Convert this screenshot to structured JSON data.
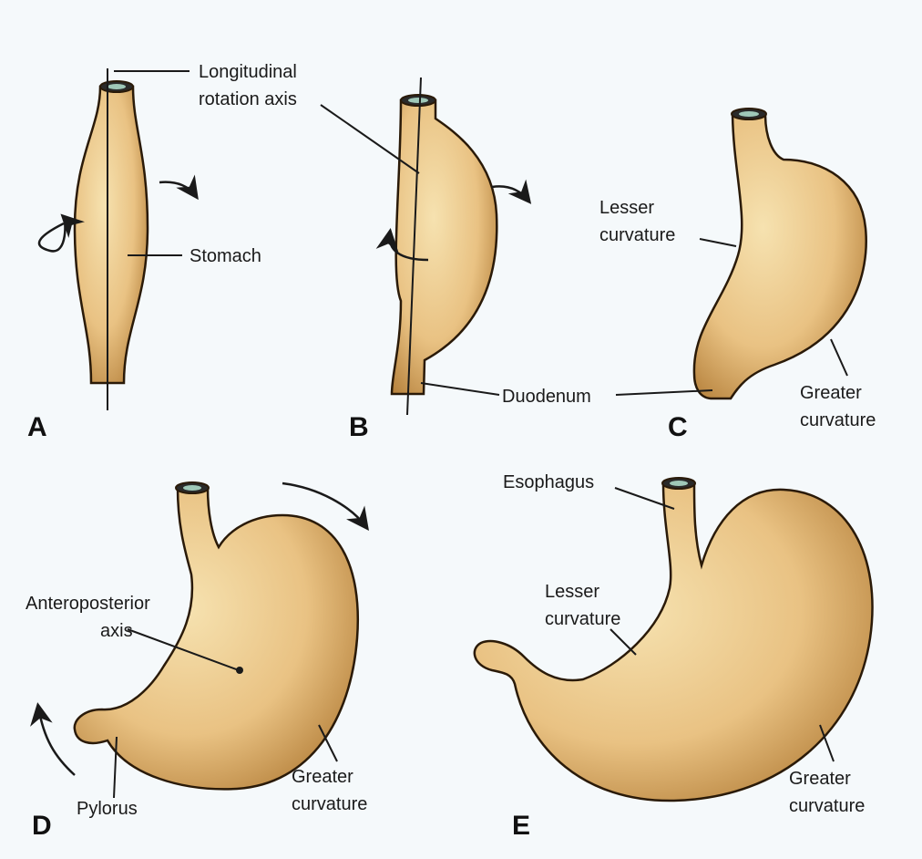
{
  "panels": {
    "a": "A",
    "b": "B",
    "c": "C",
    "d": "D",
    "e": "E"
  },
  "labels": {
    "longitudinal_line1": "Longitudinal",
    "longitudinal_line2": "rotation axis",
    "stomach": "Stomach",
    "duodenum": "Duodenum",
    "lesser_c_line1": "Lesser",
    "lesser_c_line2": "curvature",
    "greater_c_line1": "Greater",
    "greater_c_line2": "curvature",
    "antero_line1": "Anteroposterior",
    "antero_line2": "axis",
    "pylorus": "Pylorus",
    "greater_d_line1": "Greater",
    "greater_d_line2": "curvature",
    "esophagus": "Esophagus",
    "lesser_e_line1": "Lesser",
    "lesser_e_line2": "curvature",
    "greater_e_line1": "Greater",
    "greater_e_line2": "curvature"
  },
  "colors": {
    "organ_light": "#f3d9a0",
    "organ_mid": "#e6bd78",
    "organ_dark": "#b8843f",
    "background": "#f5f9fb"
  }
}
